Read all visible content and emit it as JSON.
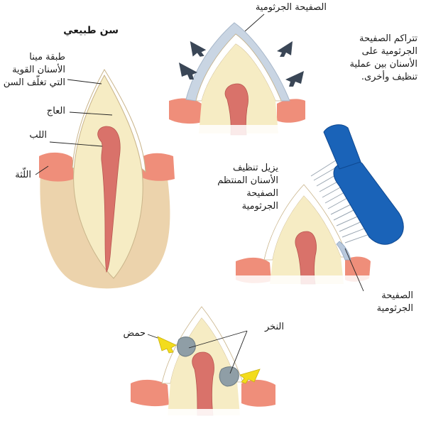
{
  "panels": {
    "normal_tooth": {
      "title": "سن طبيعي",
      "enamel": [
        "طبقة مينا",
        "الأسنان القوية",
        "التي تغلّف السن"
      ],
      "dentin": "العاج",
      "pulp": "اللب",
      "gum": "اللّثة"
    },
    "plaque_buildup": {
      "label": "الصفيحة الجرثومية",
      "caption": [
        "تتراكم الصفيحة",
        "الجرثومية على",
        "الأسنان بين عملية",
        "تنظيف وأخرى."
      ]
    },
    "brushing": {
      "caption": [
        "يزيل تنظيف",
        "الأسنان المنتظم",
        "الصفيحة",
        "الجرثومية"
      ],
      "plaque_label": [
        "الصفيحة",
        "الجرثومية"
      ]
    },
    "decay": {
      "acid": "حمض",
      "cavity": "النخر"
    }
  },
  "colors": {
    "enamel": "#ffffff",
    "dentin": "#f6ecc4",
    "pulp": "#d9726a",
    "gum": "#ef8e7a",
    "bone": "#ecd3ac",
    "plaque": "#c9d5e3",
    "toothbrush": "#1a63b8",
    "acid_arrow": "#f3dc1c",
    "cavity": "#8f9ea6"
  }
}
